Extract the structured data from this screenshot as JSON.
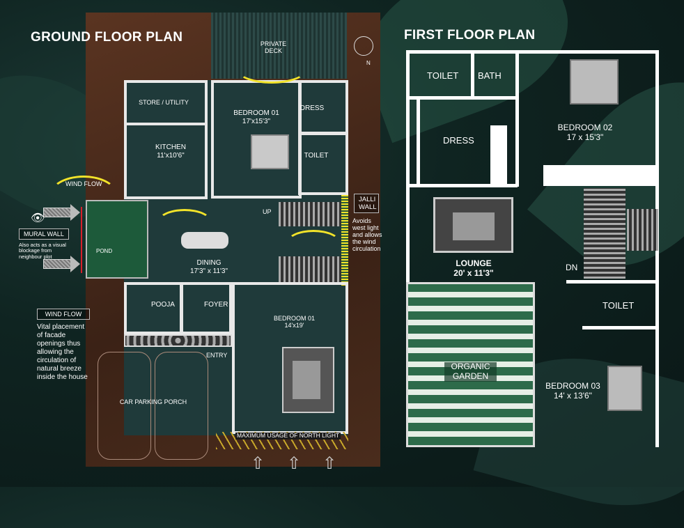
{
  "ground_floor": {
    "title": "GROUND FLOOR PLAN",
    "rooms": {
      "private_deck": "PRIVATE DECK",
      "store": "STORE / UTILITY",
      "bedroom1_top": {
        "name": "BEDROOM 01",
        "size": "17'x15'3\""
      },
      "dress": "DRESS",
      "toilet": "TOILET",
      "kitchen": {
        "name": "KITCHEN",
        "size": "11'x10'6\""
      },
      "pond": "POND",
      "dining": {
        "name": "DINING",
        "size": "17'3\" x 11'3\""
      },
      "up": "UP",
      "pooja": "POOJA",
      "foyer": "FOYER",
      "bedroom1_bottom": {
        "name": "BEDROOM 01",
        "size": "14'x19'"
      },
      "entry": "ENTRY",
      "car_parking": "CAR PARKING PORCH"
    },
    "north_label": "N",
    "annotations": {
      "wind_flow_top": "WIND FLOW",
      "mural_wall": "MURAL  WALL",
      "mural_note": "Also acts as a visual blockage from neighbour plot",
      "wind_flow_bottom": "WIND FLOW",
      "wind_note": "Vital placement of facade openings thus allowing the circulation of natural breeze inside the house",
      "jalli_wall": "JALLI WALL",
      "jalli_note": "Avoids west light and allows the wind circulation",
      "north_light": "MAXIMUM USAGE OF NORTH LIGHT"
    }
  },
  "first_floor": {
    "title": "FIRST FLOOR PLAN",
    "rooms": {
      "toilet_top": "TOILET",
      "bath": "BATH",
      "dress": "DRESS",
      "bedroom2": {
        "name": "BEDROOM 02",
        "size": "17 x 15'3\""
      },
      "lounge": {
        "name": "LOUNGE",
        "size": "20' x 11'3\""
      },
      "dn": "DN",
      "toilet_right": "TOILET",
      "organic_garden": "ORGANIC GARDEN",
      "bedroom3": {
        "name": "BEDROOM 03",
        "size": "14' x 13'6\""
      }
    }
  },
  "colors": {
    "flow": "#f2e32a",
    "ground_bg": "#4a2a1a",
    "plan_floor": "#1f3a3a",
    "pond": "#1d5a3a",
    "mural": "#d9202a"
  }
}
